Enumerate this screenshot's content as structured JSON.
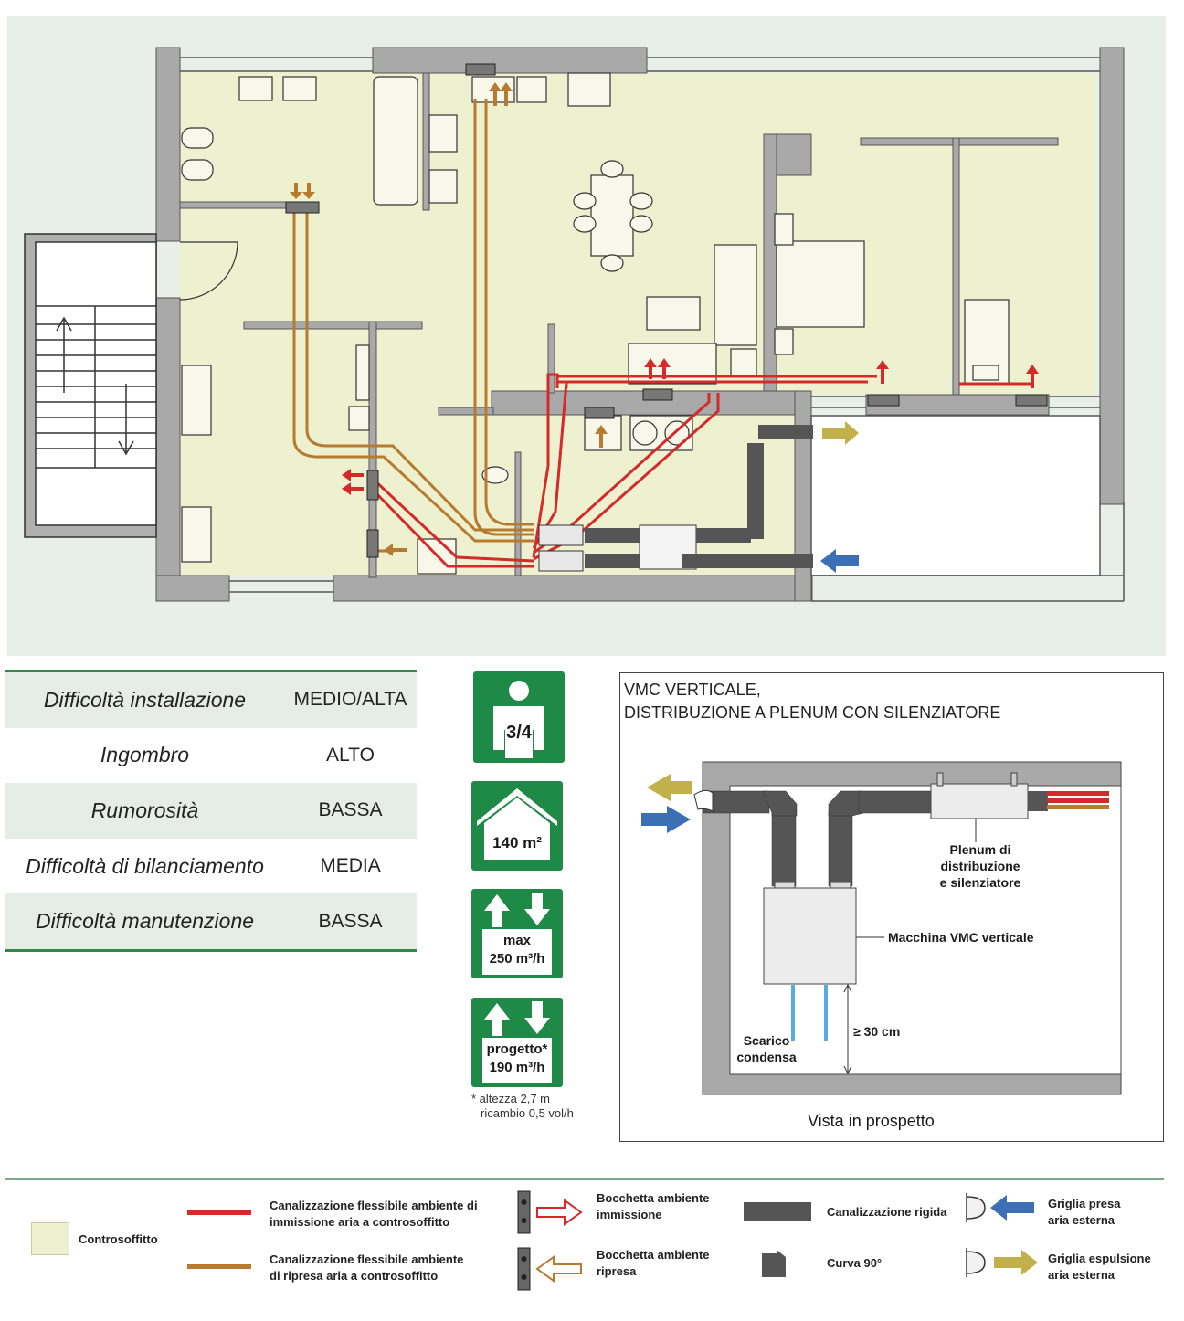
{
  "ratings": [
    {
      "label": "Difficoltà installazione",
      "value": "MEDIO/ALTA"
    },
    {
      "label": "Ingombro",
      "value": "ALTO"
    },
    {
      "label": "Rumorosità",
      "value": "BASSA"
    },
    {
      "label": "Difficoltà di bilanciamento",
      "value": "MEDIA"
    },
    {
      "label": "Difficoltà manutenzione",
      "value": "BASSA"
    }
  ],
  "icons": {
    "occupants": "3/4",
    "area": "140 m²",
    "max_label": "max",
    "max_flow": "250 m³/h",
    "project_label": "progetto*",
    "project_flow": "190 m³/h",
    "footnote_1": "* altezza 2,7 m",
    "footnote_2": "ricambio 0,5 vol/h"
  },
  "vmc": {
    "title_1": "VMC VERTICALE,",
    "title_2": "DISTRIBUZIONE A PLENUM CON SILENZIATORE",
    "plenum_1": "Plenum di distribuzione",
    "plenum_2": "e silenziatore",
    "machine": "Macchina VMC verticale",
    "drain_1": "Scarico",
    "drain_2": "condensa",
    "height": "≥ 30 cm",
    "view": "Vista in prospetto"
  },
  "legend": {
    "controsoffitto": "Controsoffitto",
    "supply_duct_1": "Canalizzazione flessibile ambiente di",
    "supply_duct_2": "immissione aria a controsoffitto",
    "return_duct_1": "Canalizzazione flessibile ambiente",
    "return_duct_2": "di ripresa aria a controsoffitto",
    "supply_vent_1": "Bocchetta ambiente",
    "supply_vent_2": "immissione",
    "return_vent_1": "Bocchetta ambiente",
    "return_vent_2": "ripresa",
    "rigid": "Canalizzazione rigida",
    "elbow": "Curva 90°",
    "intake_1": "Griglia presa",
    "intake_2": "aria esterna",
    "exhaust_1": "Griglia espulsione",
    "exhaust_2": "aria esterna"
  },
  "colors": {
    "supply": "#d42a2a",
    "return": "#b87a2e",
    "ceiling": "#eef1cf",
    "wall": "#a9a9a9",
    "icon_green": "#1f8a47",
    "intake_arrow": "#3c6fb4",
    "exhaust_arrow": "#c2b04a"
  }
}
